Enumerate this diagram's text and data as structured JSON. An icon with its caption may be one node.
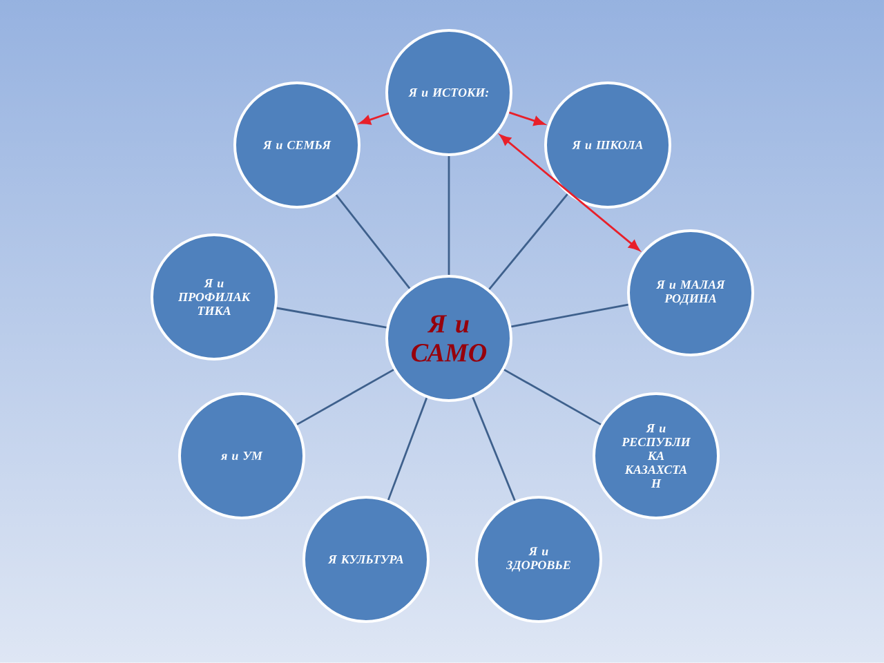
{
  "diagram": {
    "nodes": [
      {
        "text": [
          "Я и ИСТОКИ:"
        ]
      },
      {
        "text": [
          "Я и СЕМЬЯ"
        ]
      },
      {
        "text": [
          "Я и ШКОЛА"
        ]
      },
      {
        "text": [
          "Я и ПРОФИЛАК ТИКА"
        ]
      },
      {
        "text": [
          "Я и МАЛАЯ РОДИНА"
        ]
      },
      {
        "text": [
          "Я и САМО"
        ]
      },
      {
        "text": [
          "я и УМ"
        ]
      },
      {
        "text": [
          "Я и РЕСПУБЛИ КА КАЗАХСТА Н"
        ]
      },
      {
        "text": [
          "Я КУЛЬТУРА"
        ]
      },
      {
        "text": [
          "Я и ЗДОРОВЬЕ"
        ]
      }
    ],
    "edges": [
      {
        "from": 5,
        "to": 0,
        "arrow": "none"
      },
      {
        "from": 5,
        "to": 1,
        "arrow": "none"
      },
      {
        "from": 5,
        "to": 2,
        "arrow": "none"
      },
      {
        "from": 5,
        "to": 3,
        "arrow": "none"
      },
      {
        "from": 5,
        "to": 4,
        "arrow": "none"
      },
      {
        "from": 5,
        "to": 6,
        "arrow": "none"
      },
      {
        "from": 5,
        "to": 7,
        "arrow": "none"
      },
      {
        "from": 5,
        "to": 8,
        "arrow": "none"
      },
      {
        "from": 5,
        "to": 9,
        "arrow": "none"
      },
      {
        "from": 0,
        "to": 1,
        "arrow": "to",
        "color": "#e8202a"
      },
      {
        "from": 0,
        "to": 2,
        "arrow": "to",
        "color": "#e8202a"
      },
      {
        "from": 0,
        "to": 4,
        "arrow": "both",
        "color": "#e8202a"
      }
    ]
  }
}
